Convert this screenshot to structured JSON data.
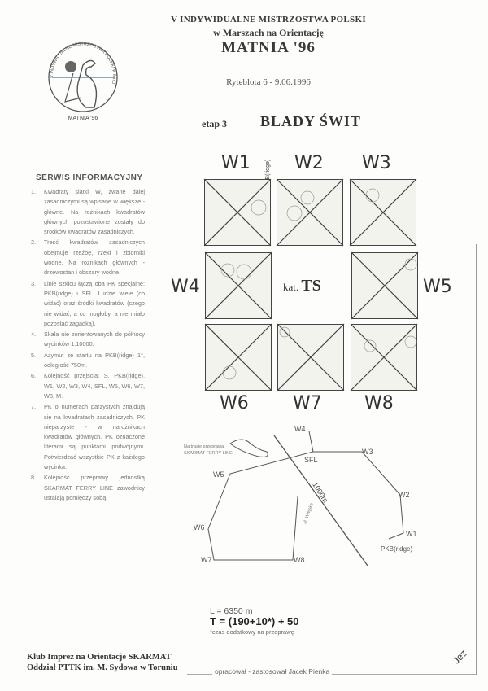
{
  "header": {
    "line1": "V INDYWIDUALNE MISTRZOSTWA POLSKI",
    "line2": "w Marszach na Orientację",
    "line3": "MATNIA '96",
    "place_date": "Ryteblota   6 - 9.06.1996",
    "stage_label": "etap 3",
    "stage_name": "BLADY ŚWIT"
  },
  "logo": {
    "ring_text": "V INDYWIDUALNE MISTRZOSTWA POLSKI w MnO",
    "bottom_text": "MATNIA '96"
  },
  "sidebar": {
    "title": "SERWIS INFORMACYJNY",
    "items": [
      {
        "n": "1.",
        "text": "Kwadraty siatki W, zwane dalej zasadniczymi są wpisane w większe - główne. Na rożnikach kwadratów głównych pozostawione zostały do środków kwadratów zasadniczych."
      },
      {
        "n": "2.",
        "text": "Treść kwadratów zasadniczych obejmuje rzeźbę, rzeki i zbiorniki wodne. Na rożnikach głównych - drzewostan i obszary wodne."
      },
      {
        "n": "3.",
        "text": "Linie szkicu łączą oba PK specjalne: PKB(ridge) i SFL. Ludzie wiele (co widać) oraz środki kwadratów (czego nie widać, a co mogłoby, a nie miało pozostać zagadką)."
      },
      {
        "n": "4.",
        "text": "Skala nie zorientowanych do północy wycinków 1:10000."
      },
      {
        "n": "5.",
        "text": "Azymut ze startu na PKB(ridge) 1°, odległość 750m."
      },
      {
        "n": "6.",
        "text": "Kolejność przejścia: S, PKB(ridge), W1, W2, W3, W4, SFL, W5, W6, W7, W8, M."
      },
      {
        "n": "7.",
        "text": "PK o numerach parzystych znajdują się na kwadratach zasadniczych, PK nieparzyste - w narożnikach kwadratów głównych. PK oznaczone literami są punktami podwójnymi. Potwierdzać wszystkie PK z każdego wycinka."
      },
      {
        "n": "8.",
        "text": "Kolejność przeprawy jednostką SKARMAT FERRY LINE zawodnicy ustalają pomiędzy sobą."
      }
    ]
  },
  "grid": {
    "squares": [
      "W1",
      "W2",
      "W3",
      "W4",
      "W5",
      "W6",
      "W7",
      "W8"
    ],
    "ridge_label": "PKB(ridge)",
    "center_prefix": "kat.",
    "center_category": "TS"
  },
  "route": {
    "points": [
      "W4",
      "SFL",
      "W3",
      "W2",
      "W1",
      "PKB(ridge)",
      "W8",
      "W7",
      "W6",
      "W5"
    ],
    "scale_label": "1000m",
    "ferry_note": "Na trasie przeprawa SKARMAT FERRY LINE",
    "road_note": "ul. Wiejska"
  },
  "summary": {
    "length": "L = 6350 m",
    "time_formula": "T = (190+10*) + 50",
    "footnote": "*czas dodatkowy na przeprawę"
  },
  "footer": {
    "club_line1": "Klub Imprez na Orientacje SKARMAT",
    "club_line2": "Oddział PTTK im. M. Sydowa w Toruniu",
    "author": "opracował - zastosował Jacek Pienka",
    "signature": "Jez"
  }
}
